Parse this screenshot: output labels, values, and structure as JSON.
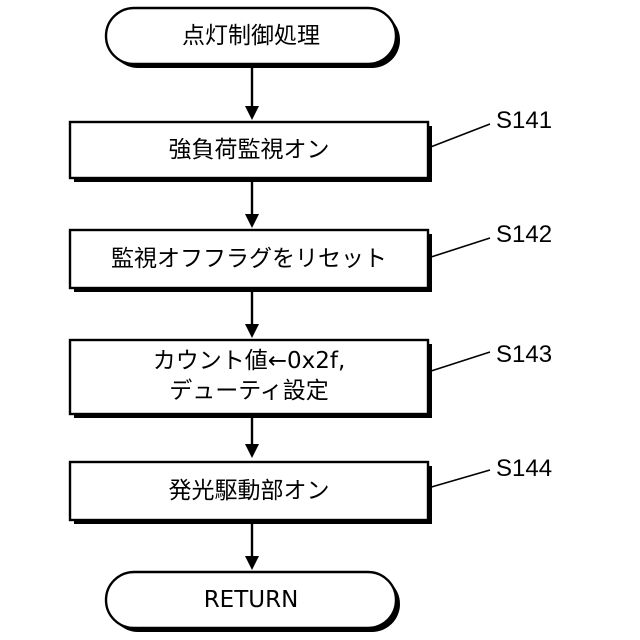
{
  "flowchart": {
    "start": {
      "label": "点灯制御処理"
    },
    "steps": [
      {
        "id": "S141",
        "lines": [
          "強負荷監視オン"
        ]
      },
      {
        "id": "S142",
        "lines": [
          "監視オフフラグをリセット"
        ]
      },
      {
        "id": "S143",
        "lines": [
          "カウント値←0x2f,",
          "デューティ設定"
        ]
      },
      {
        "id": "S144",
        "lines": [
          "発光駆動部オン"
        ]
      }
    ],
    "end": {
      "label": "RETURN"
    }
  }
}
